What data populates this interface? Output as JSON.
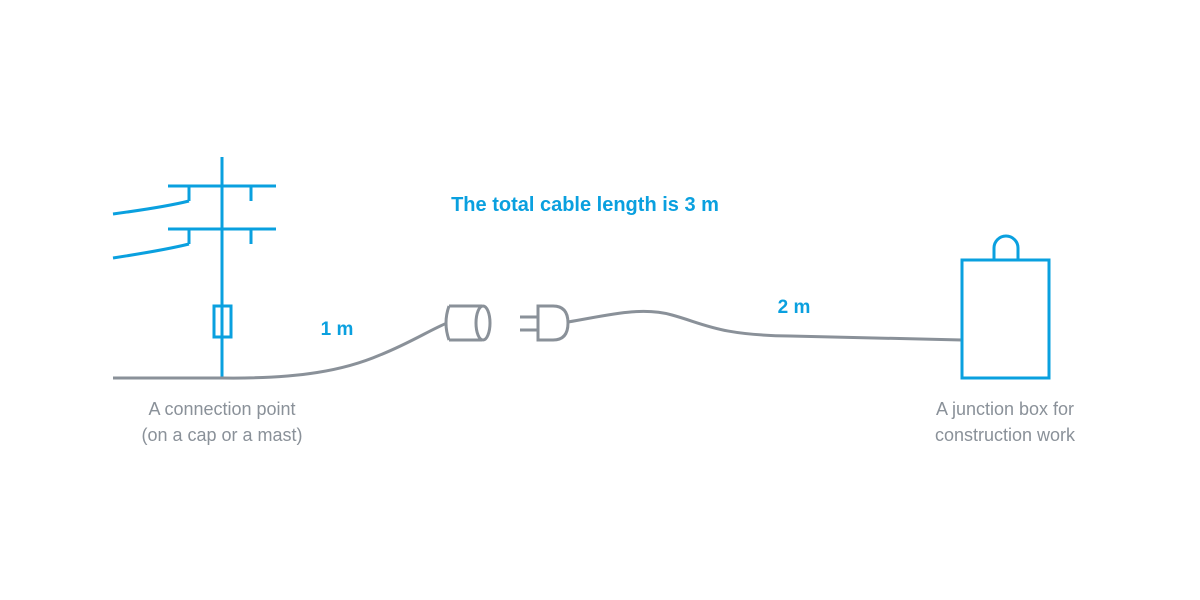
{
  "diagram": {
    "title": "The total cable length is 3 m",
    "segment_left_length": "1 m",
    "segment_right_length": "2 m",
    "left_caption": {
      "line1": "A connection point",
      "line2": "(on a cap or a mast)"
    },
    "right_caption": {
      "line1": "A junction box for",
      "line2": "construction work"
    }
  },
  "colors": {
    "accent": "#0aa0df",
    "cable": "#8a9199",
    "background": "#ffffff"
  }
}
